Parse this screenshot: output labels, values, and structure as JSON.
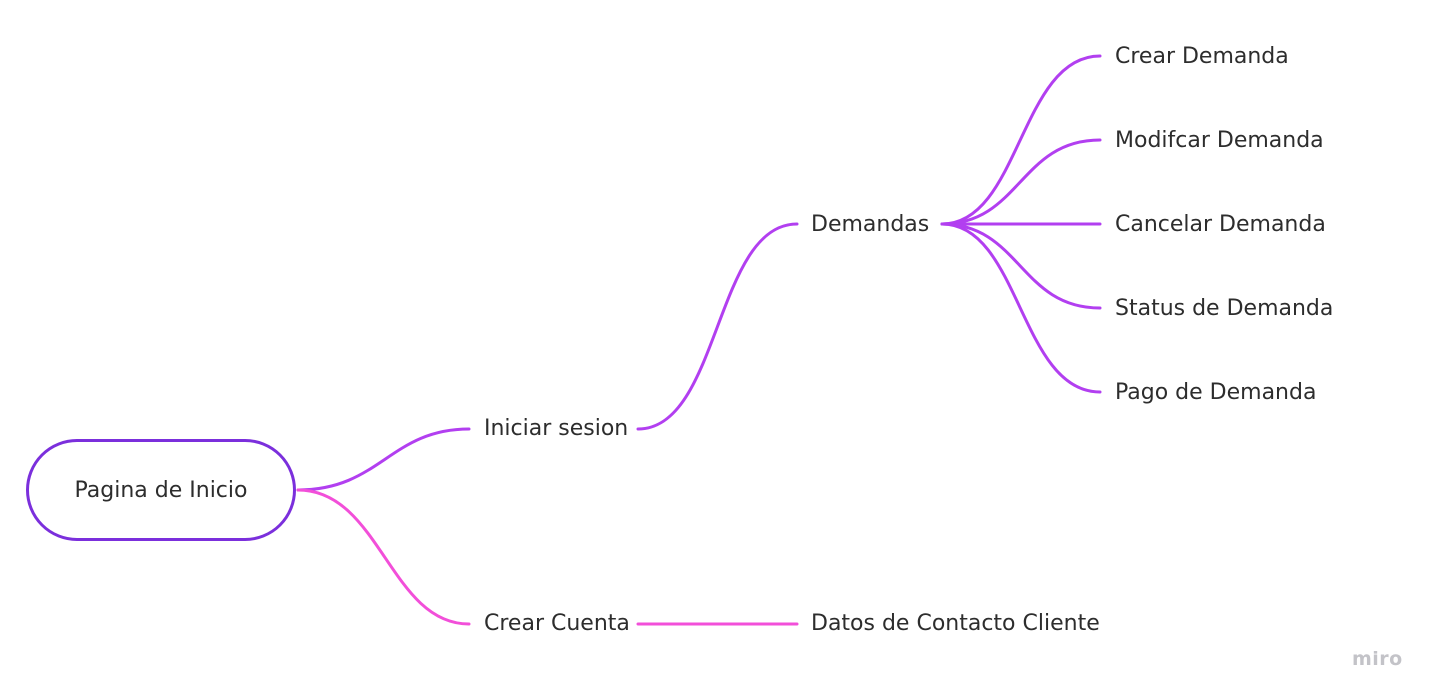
{
  "diagram": {
    "root": {
      "label": "Pagina de Inicio"
    },
    "branches": {
      "iniciar_sesion": {
        "label": "Iniciar sesion"
      },
      "crear_cuenta": {
        "label": "Crear Cuenta"
      },
      "demandas": {
        "label": "Demandas"
      },
      "datos_contacto": {
        "label": "Datos de Contacto Cliente"
      }
    },
    "demandas_children": [
      {
        "label": "Crear Demanda"
      },
      {
        "label": "Modifcar Demanda"
      },
      {
        "label": "Cancelar Demanda"
      },
      {
        "label": "Status de Demanda"
      },
      {
        "label": "Pago de Demanda"
      }
    ]
  },
  "watermark": "miro",
  "colors": {
    "root_border": "#7b2fdc",
    "purple_branch": "#b23ff0",
    "pink_branch": "#f24fd9",
    "text": "#2d2d2d",
    "watermark": "#c3c3c8"
  }
}
